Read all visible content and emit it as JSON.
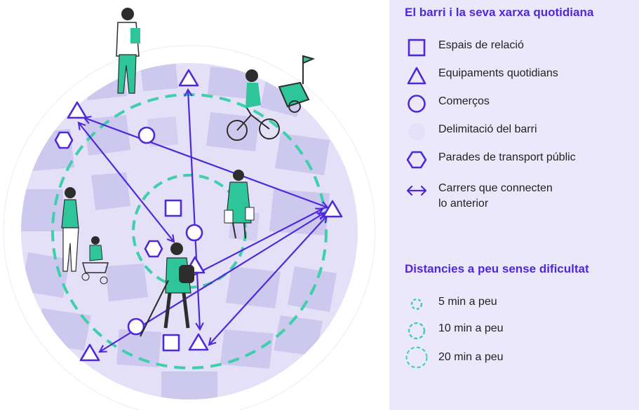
{
  "colors": {
    "accent": "#4f28d9",
    "neighbourhood": "#e3e0f7",
    "walk_ring": "#3fcfab",
    "figure_fill": "#2fc59a",
    "legend_bg": "#ebe8fb"
  },
  "legend": {
    "section1_title": "El barri i la seva xarxa quotidiana",
    "items": [
      {
        "icon": "square-icon",
        "label": "Espais de relació"
      },
      {
        "icon": "triangle-icon",
        "label": "Equipaments quotidians"
      },
      {
        "icon": "circle-icon",
        "label": "Comerços"
      },
      {
        "icon": "filled-circle-icon",
        "label": "Delimitació del barri"
      },
      {
        "icon": "hexagon-icon",
        "label": "Parades de transport públic"
      },
      {
        "icon": "double-arrow-icon",
        "label_line1": "Carrers que connecten",
        "label_line2": "lo anterior"
      }
    ],
    "section2_title": "Distancies a peu sense dificultat",
    "distances": [
      {
        "icon": "small-dashed-circle-icon",
        "label": "5 min a peu"
      },
      {
        "icon": "medium-dashed-circle-icon",
        "label": "10 min a peu"
      },
      {
        "icon": "large-dashed-circle-icon",
        "label": "20 min a peu"
      }
    ]
  },
  "map": {
    "illustrations": [
      "person-walking-icon",
      "cyclist-with-trailer-icon",
      "shopper-icon",
      "parent-with-child-icon",
      "blind-walker-icon"
    ]
  }
}
